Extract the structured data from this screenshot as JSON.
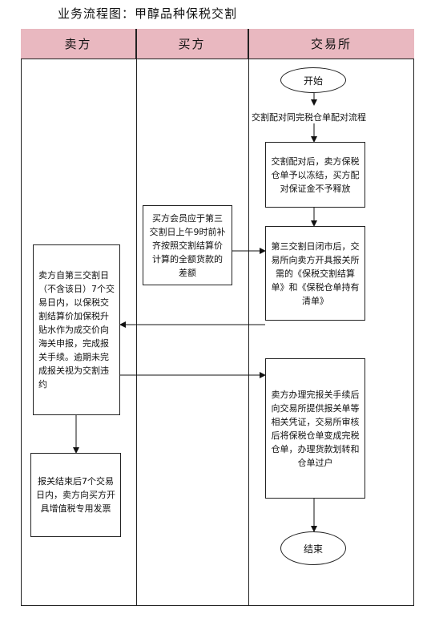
{
  "title": "业务流程图：甲醇品种保税交割",
  "lanes": [
    "卖方",
    "买方",
    "交易所"
  ],
  "nodes": {
    "start": "开始",
    "match_label": "交割配对同完税仓单配对流程",
    "freeze": "交割配对后，卖方保税仓单予以冻结，买方配对保证金不予释放",
    "buyer_pay": "买方会员应于第三交割日上午9时前补齐按照交割结算价计算的全额货款的差额",
    "exchange_day3": "第三交割日闭市后，交易所向卖方开具报关所需的《保税交割结算单》和《保税仓单持有清单》",
    "seller_declare": "卖方自第三交割日（不含该日）7个交易日内，以保税交割结算价加保税升贴水作为成交价向海关申报，完成报关手续。逾期未完成报关视为交割违约",
    "exchange_convert": "卖方办理完报关手续后向交易所提供报关单等相关凭证，交易所审核后将保税仓单变成完税仓单，办理货款划转和仓单过户",
    "seller_invoice": "报关结束后7个交易日内，卖方向买方开具增值税专用发票",
    "end": "结束"
  }
}
